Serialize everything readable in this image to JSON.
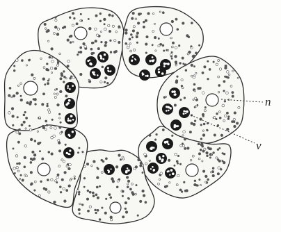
{
  "labels": {
    "n": "n",
    "v": "v"
  },
  "cells": [
    {
      "id": "top-left"
    },
    {
      "id": "top-right"
    },
    {
      "id": "right"
    },
    {
      "id": "lower-right"
    },
    {
      "id": "bottom"
    },
    {
      "id": "lower-left"
    },
    {
      "id": "left"
    }
  ],
  "colors": {
    "outline": "#2b2b2b",
    "cell_fill": "#f7f7f4",
    "granule": "#555555",
    "vesicle_dark": "#1a1a1a",
    "vesicle_light": "#ffffff"
  }
}
